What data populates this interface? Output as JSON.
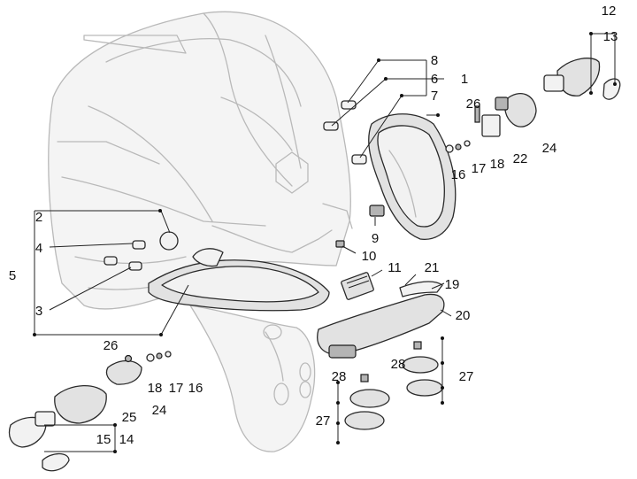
{
  "diagram": {
    "callouts": {
      "c1": "1",
      "c2": "2",
      "c3": "3",
      "c4": "4",
      "c5": "5",
      "c6": "6",
      "c7": "7",
      "c8": "8",
      "c9": "9",
      "c10": "10",
      "c11": "11",
      "c12": "12",
      "c13": "13",
      "c14": "14",
      "c15": "15",
      "c16a": "16",
      "c16b": "16",
      "c17a": "17",
      "c17b": "17",
      "c18a": "18",
      "c18b": "18",
      "c19": "19",
      "c20": "20",
      "c21": "21",
      "c22": "22",
      "c24a": "24",
      "c24b": "24",
      "c25": "25",
      "c26a": "26",
      "c26b": "26",
      "c27a": "27",
      "c27b": "27",
      "c28a": "28",
      "c28b": "28"
    }
  }
}
